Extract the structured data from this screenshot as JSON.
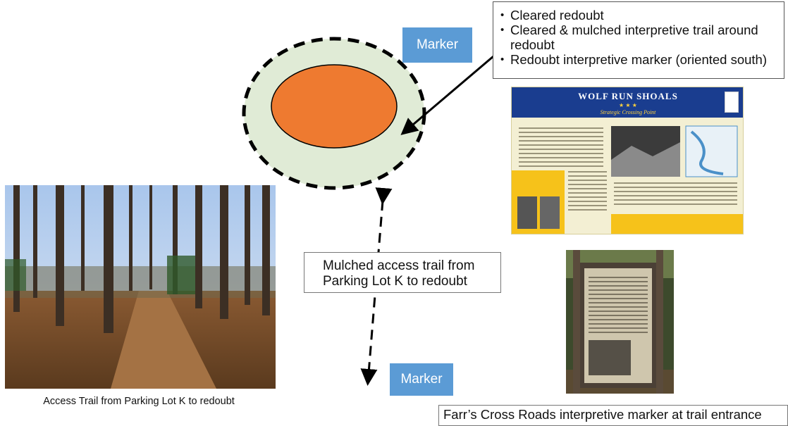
{
  "notes": {
    "items": [
      "Cleared redoubt",
      "Cleared & mulched interpretive trail around redoubt",
      "Redoubt interpretive marker (oriented south)"
    ]
  },
  "markers": {
    "top_label": "Marker",
    "bottom_label": "Marker"
  },
  "trail_note": {
    "line1": "Mulched access trail from",
    "line2": "Parking Lot K  to redoubt"
  },
  "captions": {
    "left": "Access Trail from Parking Lot K to redoubt",
    "right": "Farr’s Cross Roads interpretive marker at trail entrance"
  },
  "wolf_sign": {
    "title": "WOLF RUN SHOALS",
    "stars": "★ ★ ★",
    "subtitle": "Strategic Crossing Point"
  },
  "colors": {
    "redoubt_fill": "#ee7a30",
    "ring_fill": "#e0ebd6",
    "marker_blue": "#5b9bd5",
    "sign_blue": "#1a3d8f",
    "sign_yellow": "#f6c21a"
  }
}
